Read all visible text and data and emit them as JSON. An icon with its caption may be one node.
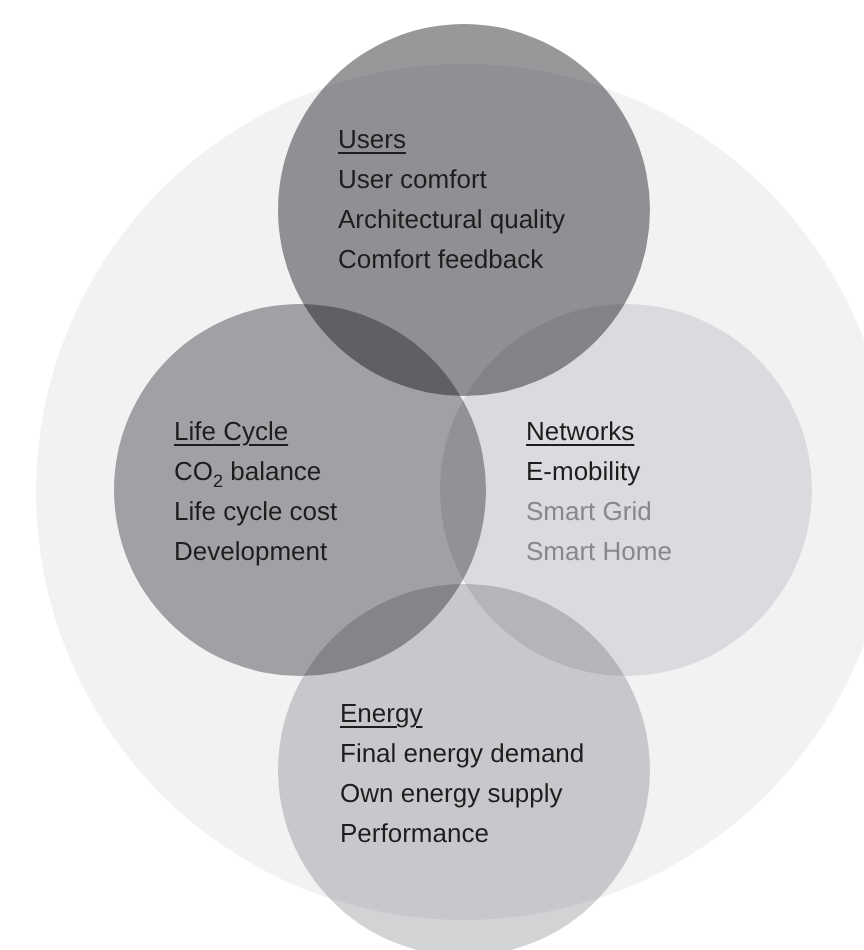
{
  "diagram": {
    "nodes": [
      {
        "text": [],
        "shape": "circle"
      },
      {
        "text": [
          "Users",
          "User comfort",
          "Architectural quality",
          "Comfort feedback"
        ]
      },
      {
        "text": [
          "Life Cycle",
          "CO$_{2}$ balance",
          "Life cycle cost",
          "Development"
        ],
        "in": 0
      },
      {
        "text": [
          "Networks",
          "E-mobility",
          "Smart Grid",
          "Smart Home"
        ],
        "in": 0
      },
      {
        "text": [
          "Energy",
          "Final energy demand",
          "Own energy supply",
          "Performance"
        ]
      }
    ]
  }
}
